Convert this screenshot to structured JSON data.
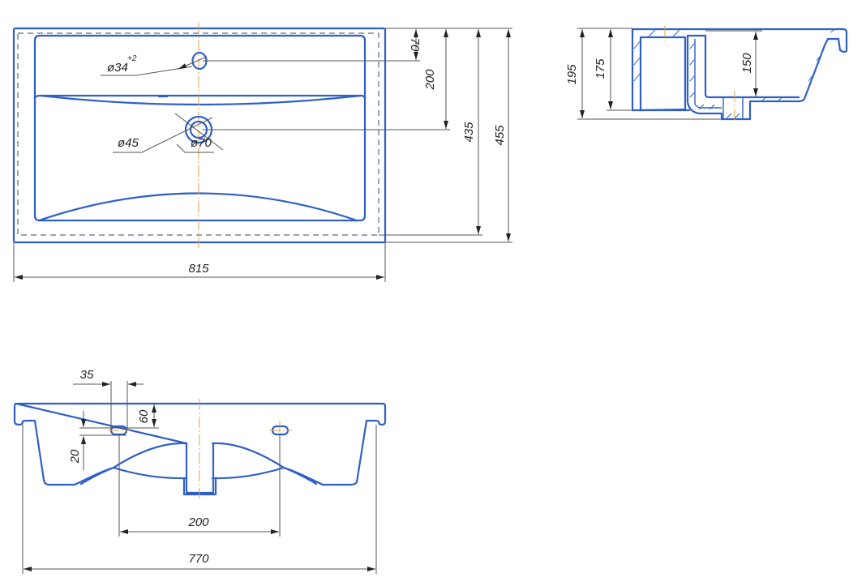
{
  "top_view": {
    "tap_hole_label": "ø34",
    "tap_hole_tolerance": "+2",
    "drain_inner_label": "ø45",
    "drain_outer_label": "ø70",
    "dim_tap_offset": "70",
    "dim_drain_offset": "200",
    "dim_inner_depth": "435",
    "dim_total_depth": "455",
    "dim_width": "815"
  },
  "side_section": {
    "dim_total_height": "195",
    "dim_back_height": "175",
    "dim_bowl_depth": "150"
  },
  "front_view": {
    "dim_slot_width": "35",
    "dim_slot_from_top": "60",
    "dim_slot_height": "20",
    "dim_slot_spacing": "200",
    "dim_bottom_width": "770"
  },
  "colors": {
    "outline": "#2f5fc8",
    "dimension": "#555555",
    "centerline": "#e0a040"
  }
}
